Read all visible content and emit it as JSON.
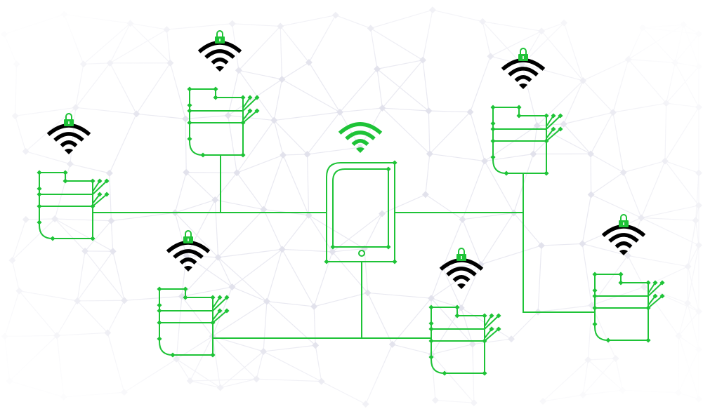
{
  "colors": {
    "accent": "#1ec337",
    "wifi_locked": "#000000",
    "wifi_open": "#1ec337",
    "lock": "#1ec337",
    "mesh": "#e9e9f1",
    "background": "#ffffff"
  },
  "icons": [
    "printer-icon",
    "wifi-icon",
    "lock-icon",
    "tablet-icon"
  ],
  "devices": {
    "printers": 6,
    "locked_printers": 6,
    "tablets": 1
  }
}
